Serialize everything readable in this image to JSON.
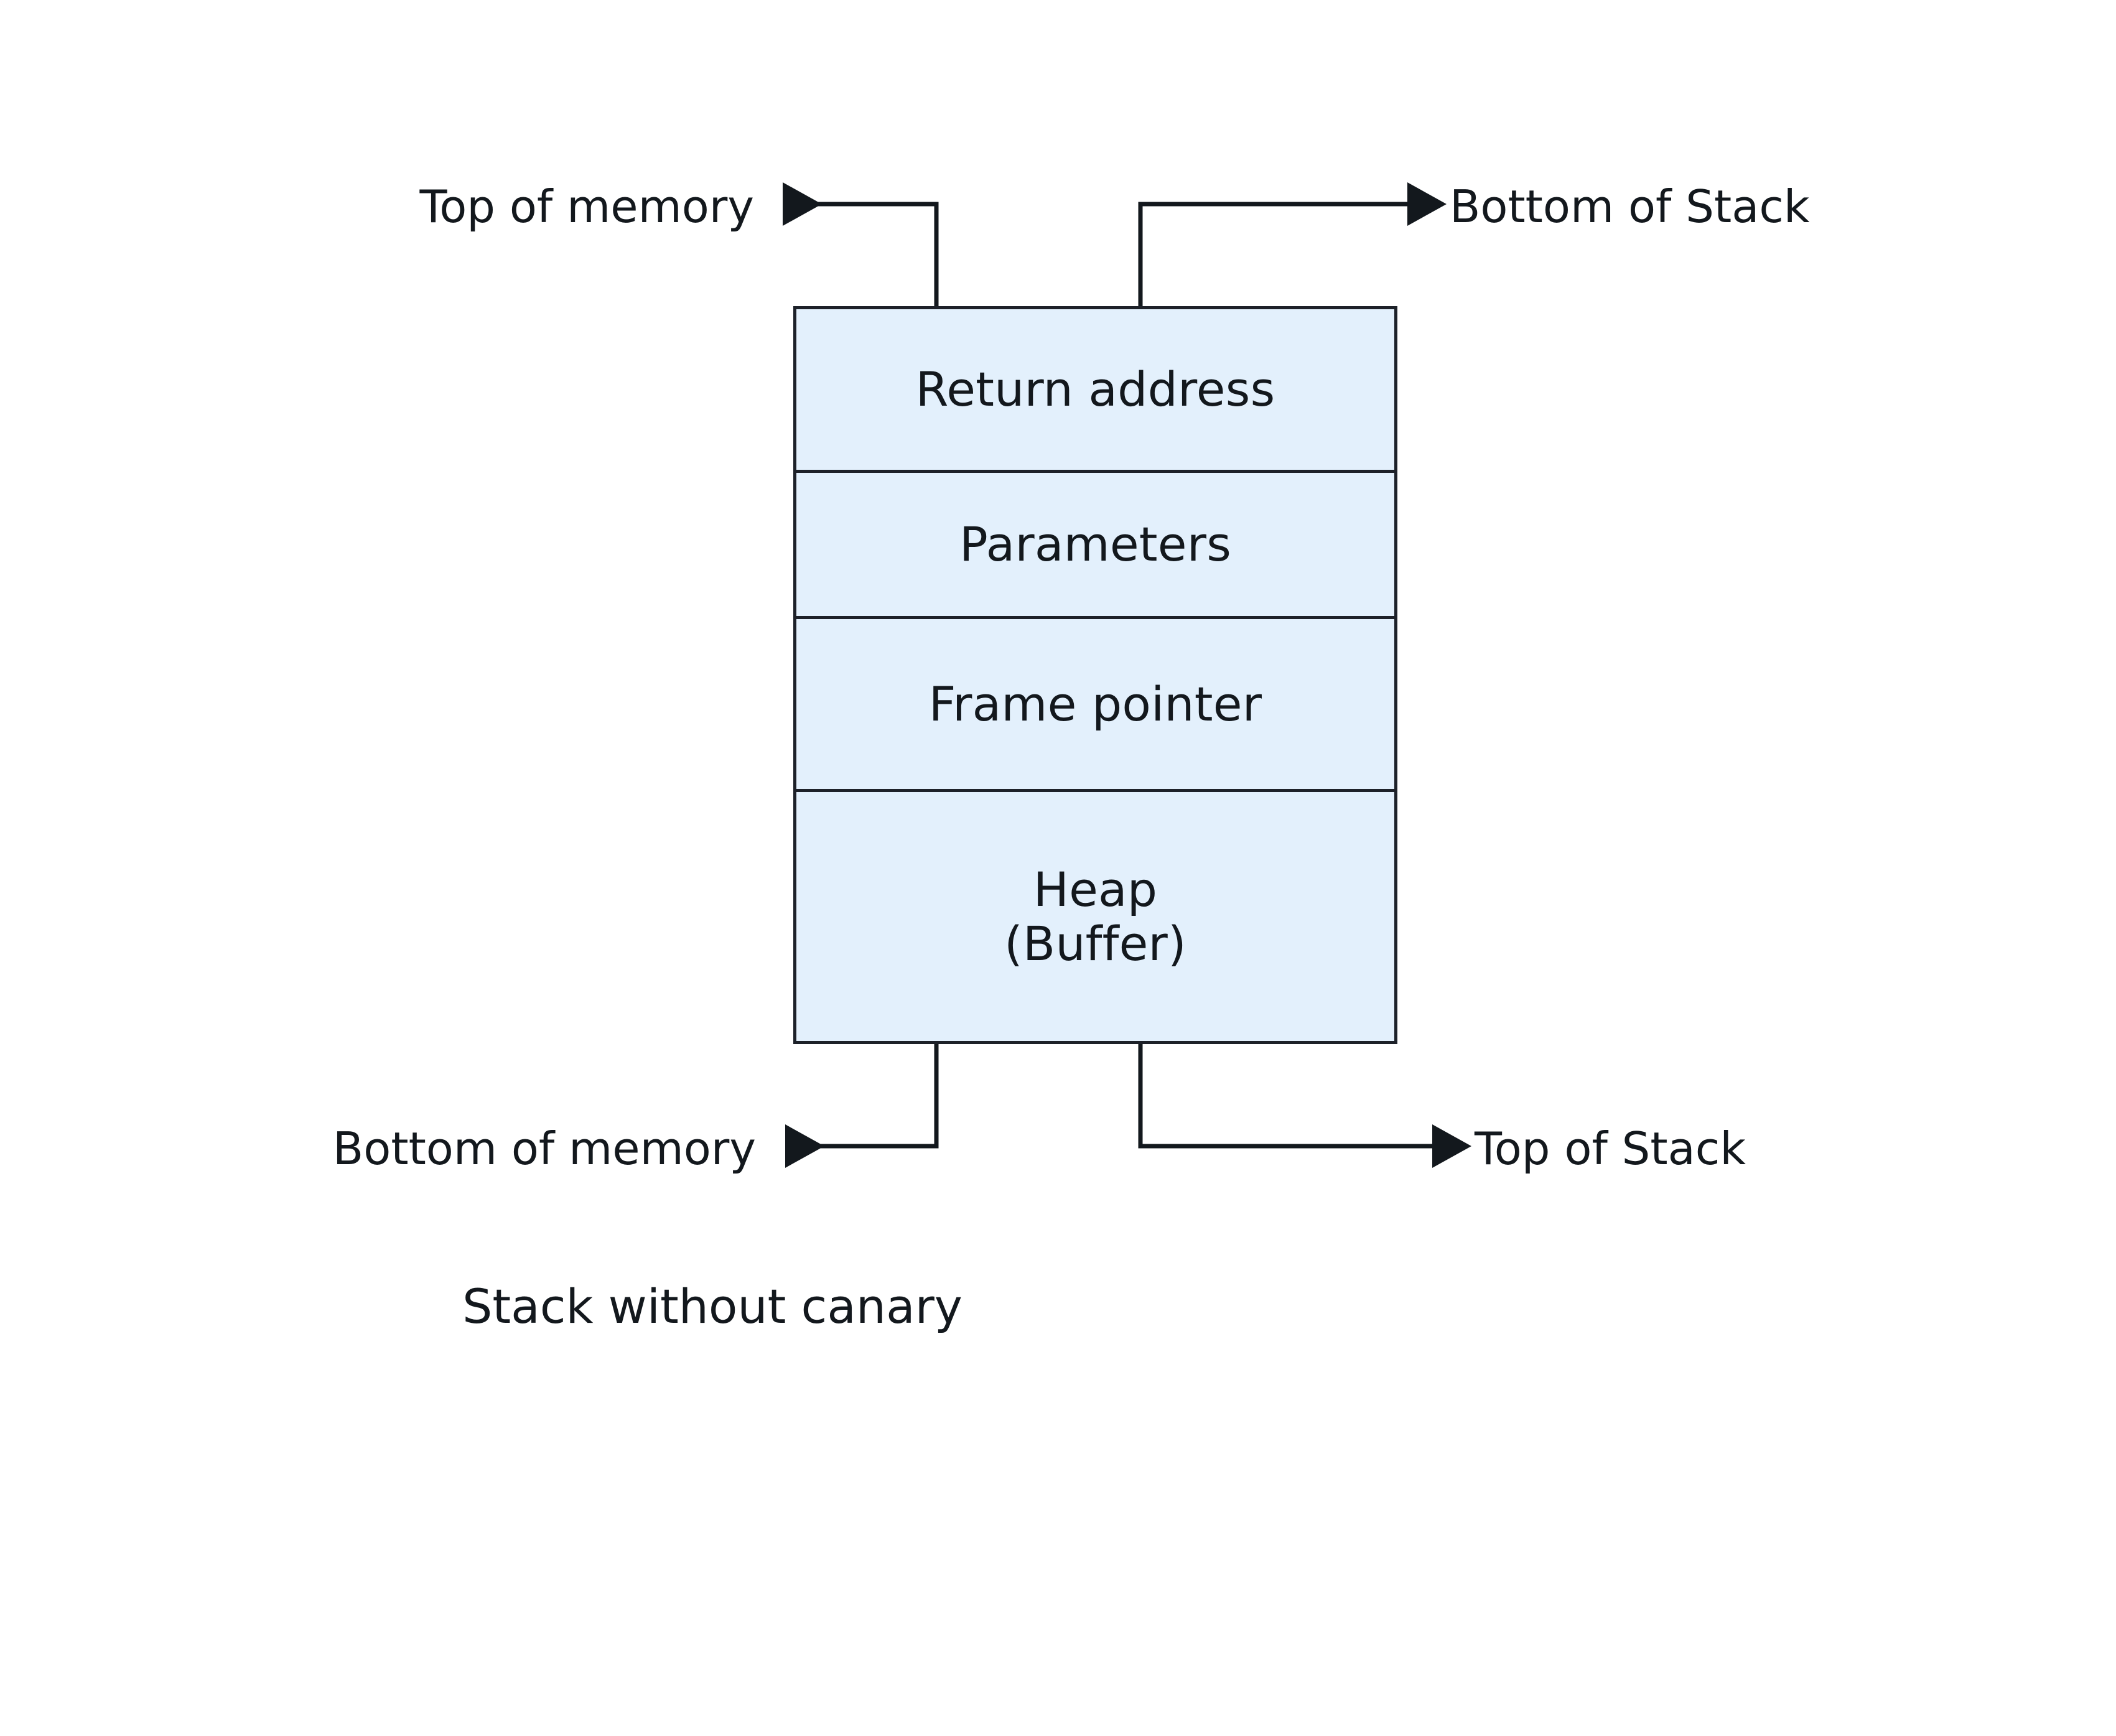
{
  "diagram": {
    "caption": "Stack without canary",
    "colors": {
      "cell_fill": "#e3f0fc",
      "stroke": "#1d2129",
      "text": "#13181d",
      "background": "#ffffff"
    },
    "stack_cells": [
      {
        "label": "Return address"
      },
      {
        "label": "Parameters"
      },
      {
        "label": "Frame pointer"
      },
      {
        "label": "Heap\n(Buffer)"
      }
    ],
    "annotations": {
      "top_left": "Top of memory",
      "top_right": "Bottom of Stack",
      "bottom_left": "Bottom of memory",
      "bottom_right": "Top of Stack"
    }
  }
}
